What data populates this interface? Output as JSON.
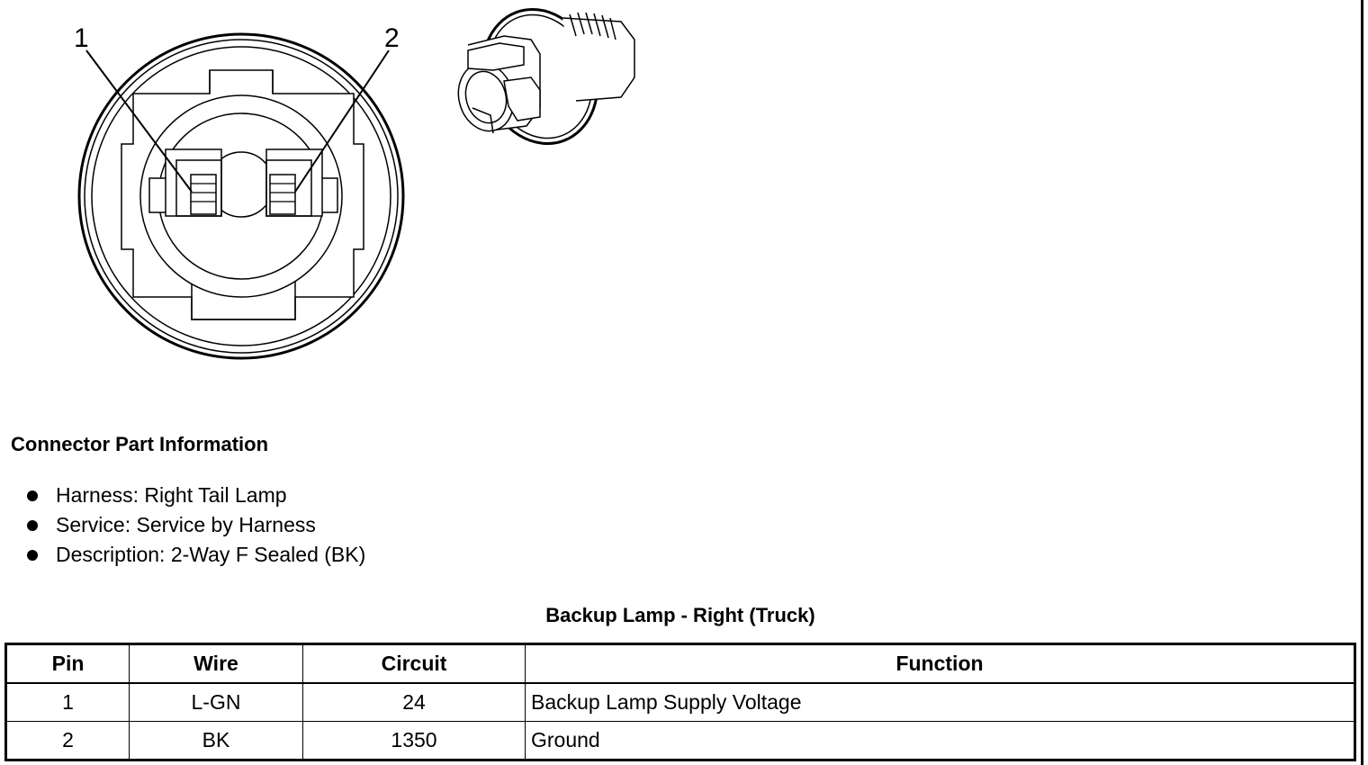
{
  "diagram": {
    "pin_callouts": [
      "1",
      "2"
    ]
  },
  "connector_info": {
    "title": "Connector Part Information",
    "items": [
      "Harness: Right Tail Lamp",
      "Service: Service by Harness",
      "Description: 2-Way F Sealed (BK)"
    ]
  },
  "table": {
    "title": "Backup Lamp - Right (Truck)",
    "headers": [
      "Pin",
      "Wire",
      "Circuit",
      "Function"
    ],
    "rows": [
      [
        "1",
        "L-GN",
        "24",
        "Backup Lamp Supply Voltage"
      ],
      [
        "2",
        "BK",
        "1350",
        "Ground"
      ]
    ]
  }
}
